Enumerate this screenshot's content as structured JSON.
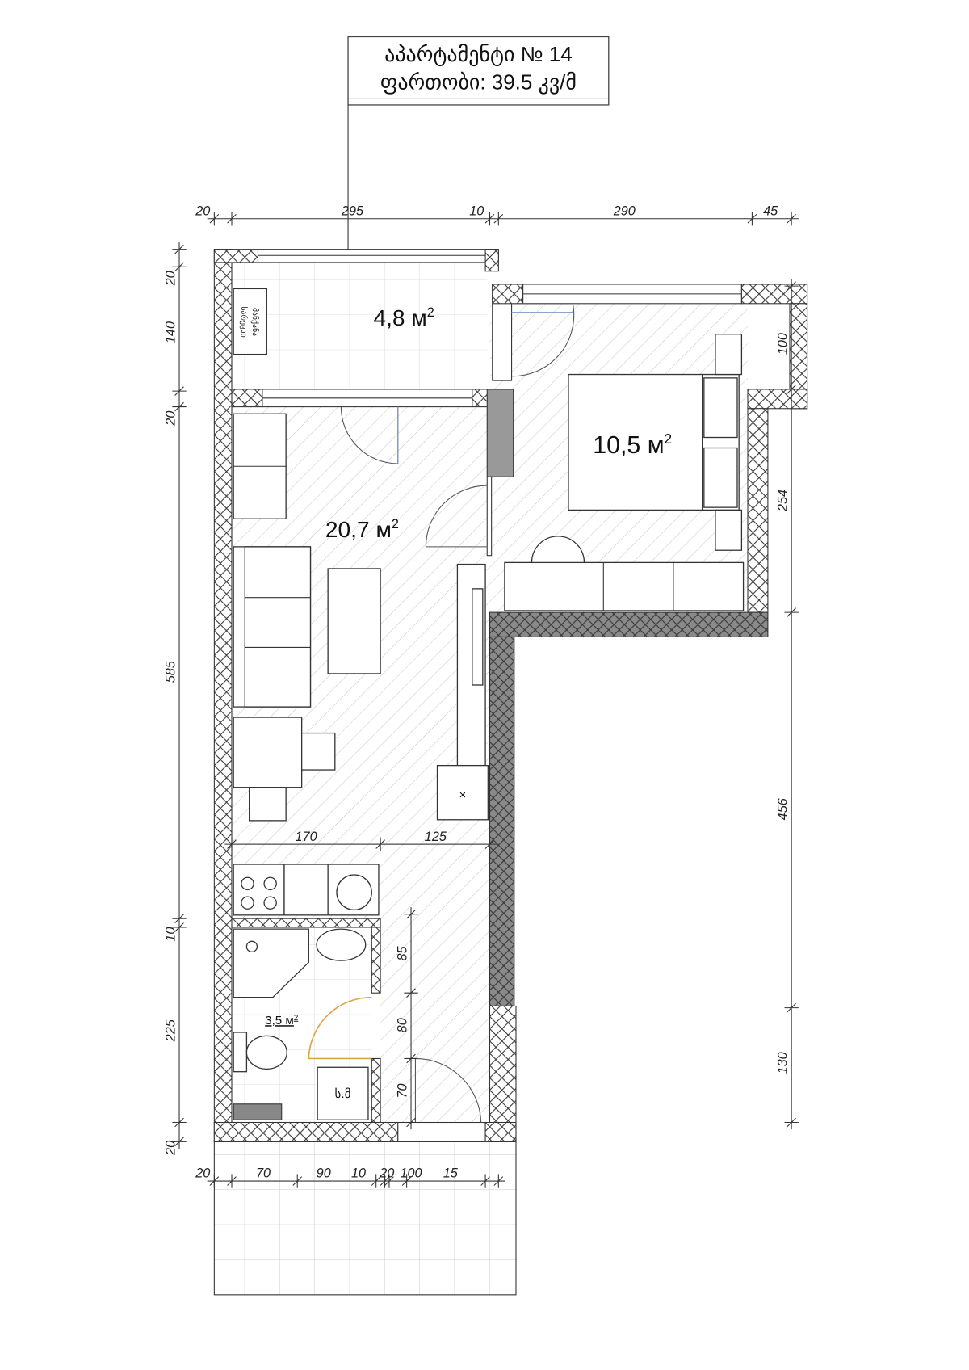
{
  "title_box": {
    "line1": "აპარტამენტი  №  14",
    "line2": "ფართობი:  39.5  კვ/მ"
  },
  "rooms": {
    "balcony": {
      "area": "4,8 м",
      "sup": "2"
    },
    "living": {
      "area": "20,7 м",
      "sup": "2"
    },
    "bedroom": {
      "area": "10,5 м",
      "sup": "2"
    },
    "bathroom": {
      "area": "3,5 м",
      "sup": "2"
    }
  },
  "labels": {
    "washer_line1": "სარეცხი",
    "washer_line2": "მანქანა",
    "boiler": "ს.მ",
    "cross": "×"
  },
  "dimensions": {
    "top": [
      "20",
      "295",
      "10",
      "290",
      "45"
    ],
    "left": [
      "20",
      "140",
      "20",
      "585",
      "10",
      "225",
      "20"
    ],
    "right": [
      "100",
      "254",
      "456",
      "130"
    ],
    "bottom": [
      "20",
      "70",
      "90",
      "10",
      "20",
      "100",
      "15"
    ],
    "inner_horizontal": [
      "170",
      "125"
    ],
    "inner_vertical": [
      "85",
      "80",
      "70"
    ]
  },
  "colors": {
    "wall_dark": "#777777",
    "door_swing_bath": "#d9a640",
    "door_swing_blue": "#7a9cc6"
  }
}
